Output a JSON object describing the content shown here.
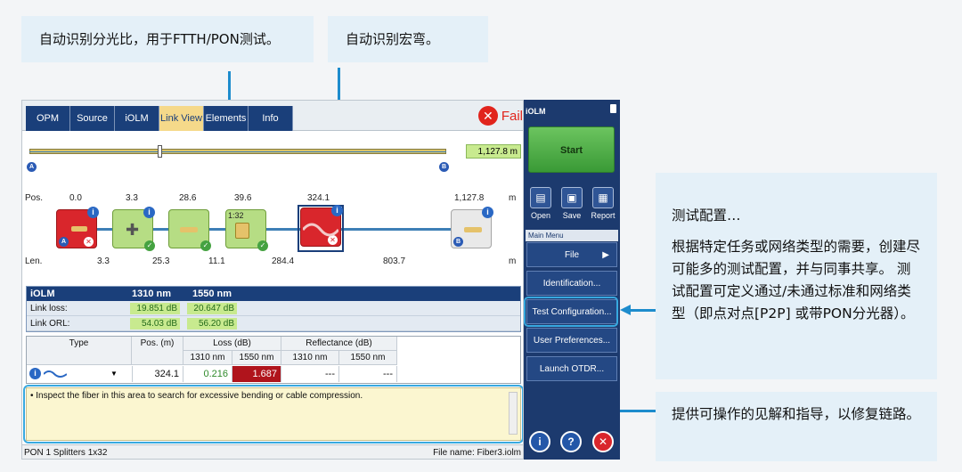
{
  "callouts": {
    "split_ratio": "自动识别分光比，用于FTTH/PON测试。",
    "macrobend": "自动识别宏弯。",
    "test_config_title": "测试配置…",
    "test_config_body": "根据特定任务或网络类型的需要，创建尽可能多的测试配置，并与同事共享。 测试配置可定义通过/未通过标准和网络类型（即点对点[P2P] 或带PON分光器）。",
    "insight_callout": "提供可操作的见解和指导，以修复链路。"
  },
  "tabs": [
    "OPM",
    "Source",
    "iOLM",
    "Link View",
    "Elements",
    "Info"
  ],
  "active_tab": "Link View",
  "status": {
    "label": "Fail",
    "color": "#e1241c"
  },
  "linkview": {
    "total_length": "1,127.8 m",
    "pos_title": "Pos.",
    "len_title": "Len.",
    "unit": "m",
    "positions": [
      "0.0",
      "3.3",
      "28.6",
      "39.6",
      "324.1",
      "1,127.8"
    ],
    "lengths": [
      "3.3",
      "25.3",
      "11.1",
      "284.4",
      "803.7"
    ],
    "splitter_label": "1:32",
    "marker_a": "A",
    "marker_b": "B"
  },
  "summary": {
    "title": "iOLM",
    "wl1": "1310 nm",
    "wl2": "1550 nm",
    "rows": [
      {
        "label": "Link loss:",
        "v1": "19.851 dB",
        "v2": "20.647 dB"
      },
      {
        "label": "Link ORL:",
        "v1": "54.03 dB",
        "v2": "56.20 dB"
      }
    ]
  },
  "event_table": {
    "headers": {
      "type": "Type",
      "pos": "Pos. (m)",
      "loss": "Loss (dB)",
      "refl": "Reflectance (dB)",
      "wl1": "1310 nm",
      "wl2": "1550 nm"
    },
    "row": {
      "pos": "324.1",
      "loss1": "0.216",
      "loss2": "1.687",
      "refl1": "---",
      "refl2": "---"
    }
  },
  "insight_text": "• Inspect the fiber in this area to search for excessive bending or cable compression.",
  "statusbar": {
    "left": "PON 1 Splitters 1x32",
    "right": "File name: Fiber3.iolm"
  },
  "side": {
    "title": "iOLM",
    "start": "Start",
    "tools": [
      "Open",
      "Save",
      "Report"
    ],
    "menu_title": "Main Menu",
    "menu": [
      "File",
      "Identification...",
      "Test Configuration...",
      "User Preferences...",
      "Launch OTDR..."
    ]
  },
  "colors": {
    "accent": "#1d8ccd",
    "navy": "#1a3f7a",
    "fail": "#e1241c",
    "pass": "#45a241"
  }
}
